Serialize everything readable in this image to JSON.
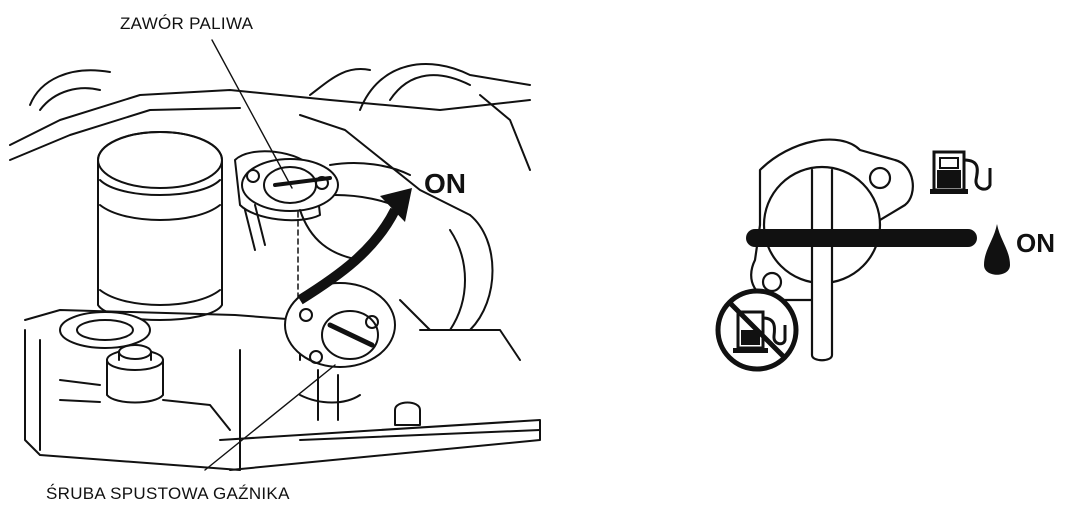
{
  "figure": {
    "labels": {
      "fuel_valve": "ZAWÓR PALIWA",
      "carb_drain_screw": "ŚRUBA SPUSTOWA GAŹNIKA",
      "on_left": "ON",
      "on_right": "ON"
    },
    "icons": {
      "fuel_pump": "fuel-pump-icon",
      "fuel_drop": "fuel-drop-icon",
      "no_fuel": "no-fuel-icon",
      "rotate_arrow": "rotate-arrow-icon"
    },
    "colors": {
      "ink": "#111111",
      "background": "#ffffff"
    }
  }
}
